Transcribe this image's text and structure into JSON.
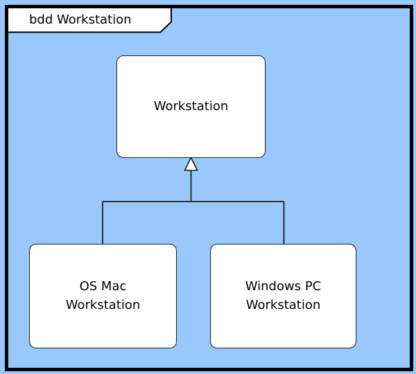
{
  "diagram": {
    "frame_label": "bdd Workstation",
    "diagram_type": "block definition diagram",
    "blocks": [
      {
        "id": "workstation",
        "label": "Workstation"
      },
      {
        "id": "os-mac-workstation",
        "label": "OS Mac\nWorkstation"
      },
      {
        "id": "windows-pc-workstation",
        "label": "Windows PC\nWorkstation"
      }
    ],
    "relationships": [
      {
        "type": "generalization",
        "from": "os-mac-workstation",
        "to": "workstation"
      },
      {
        "type": "generalization",
        "from": "windows-pc-workstation",
        "to": "workstation"
      }
    ],
    "colors": {
      "background": "#99c9fc",
      "block_fill": "#ffffff",
      "line": "#000000",
      "frame_border": "#000000"
    }
  }
}
